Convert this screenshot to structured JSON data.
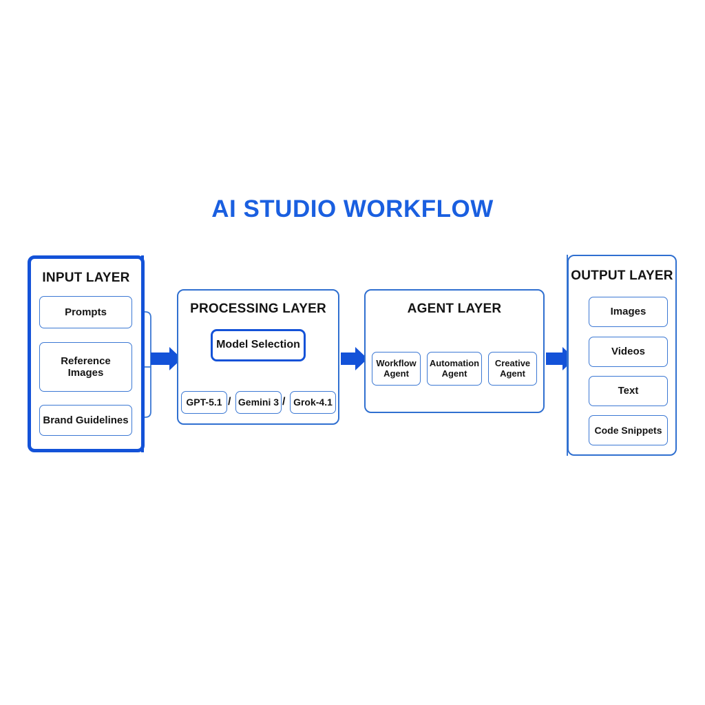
{
  "diagram": {
    "title": "AI STUDIO WORKFLOW",
    "accent_color": "#1a5fe0",
    "line_color": "#3a77d3",
    "strong_color": "#1352d8",
    "background": "#ffffff"
  },
  "layers": {
    "input": {
      "title": "INPUT LAYER",
      "nodes": [
        {
          "label": "Prompts"
        },
        {
          "label_line1": "Reference",
          "label_line2": "Images"
        },
        {
          "label": "Brand Guidelines"
        }
      ]
    },
    "processing": {
      "title": "PROCESSING LAYER",
      "model_selection": "Model Selection",
      "separator": "/",
      "models": [
        {
          "label": "GPT-5.1"
        },
        {
          "label": "Gemini 3"
        },
        {
          "label": "Grok-4.1"
        }
      ]
    },
    "agent": {
      "title": "AGENT LAYER",
      "nodes": [
        {
          "label_line1": "Workflow",
          "label_line2": "Agent"
        },
        {
          "label_line1": "Automation",
          "label_line2": "Agent"
        },
        {
          "label_line1": "Creative",
          "label_line2": "Agent"
        }
      ]
    },
    "output": {
      "title": "OUTPUT LAYER",
      "nodes": [
        {
          "label": "Images"
        },
        {
          "label": "Videos"
        },
        {
          "label": "Text"
        },
        {
          "label": "Code Snippets"
        }
      ]
    }
  },
  "connectors": {
    "input_to_processing": "block-arrow-right",
    "processing_to_agent": "block-arrow-right",
    "agent_to_output": "block-arrow-right"
  }
}
